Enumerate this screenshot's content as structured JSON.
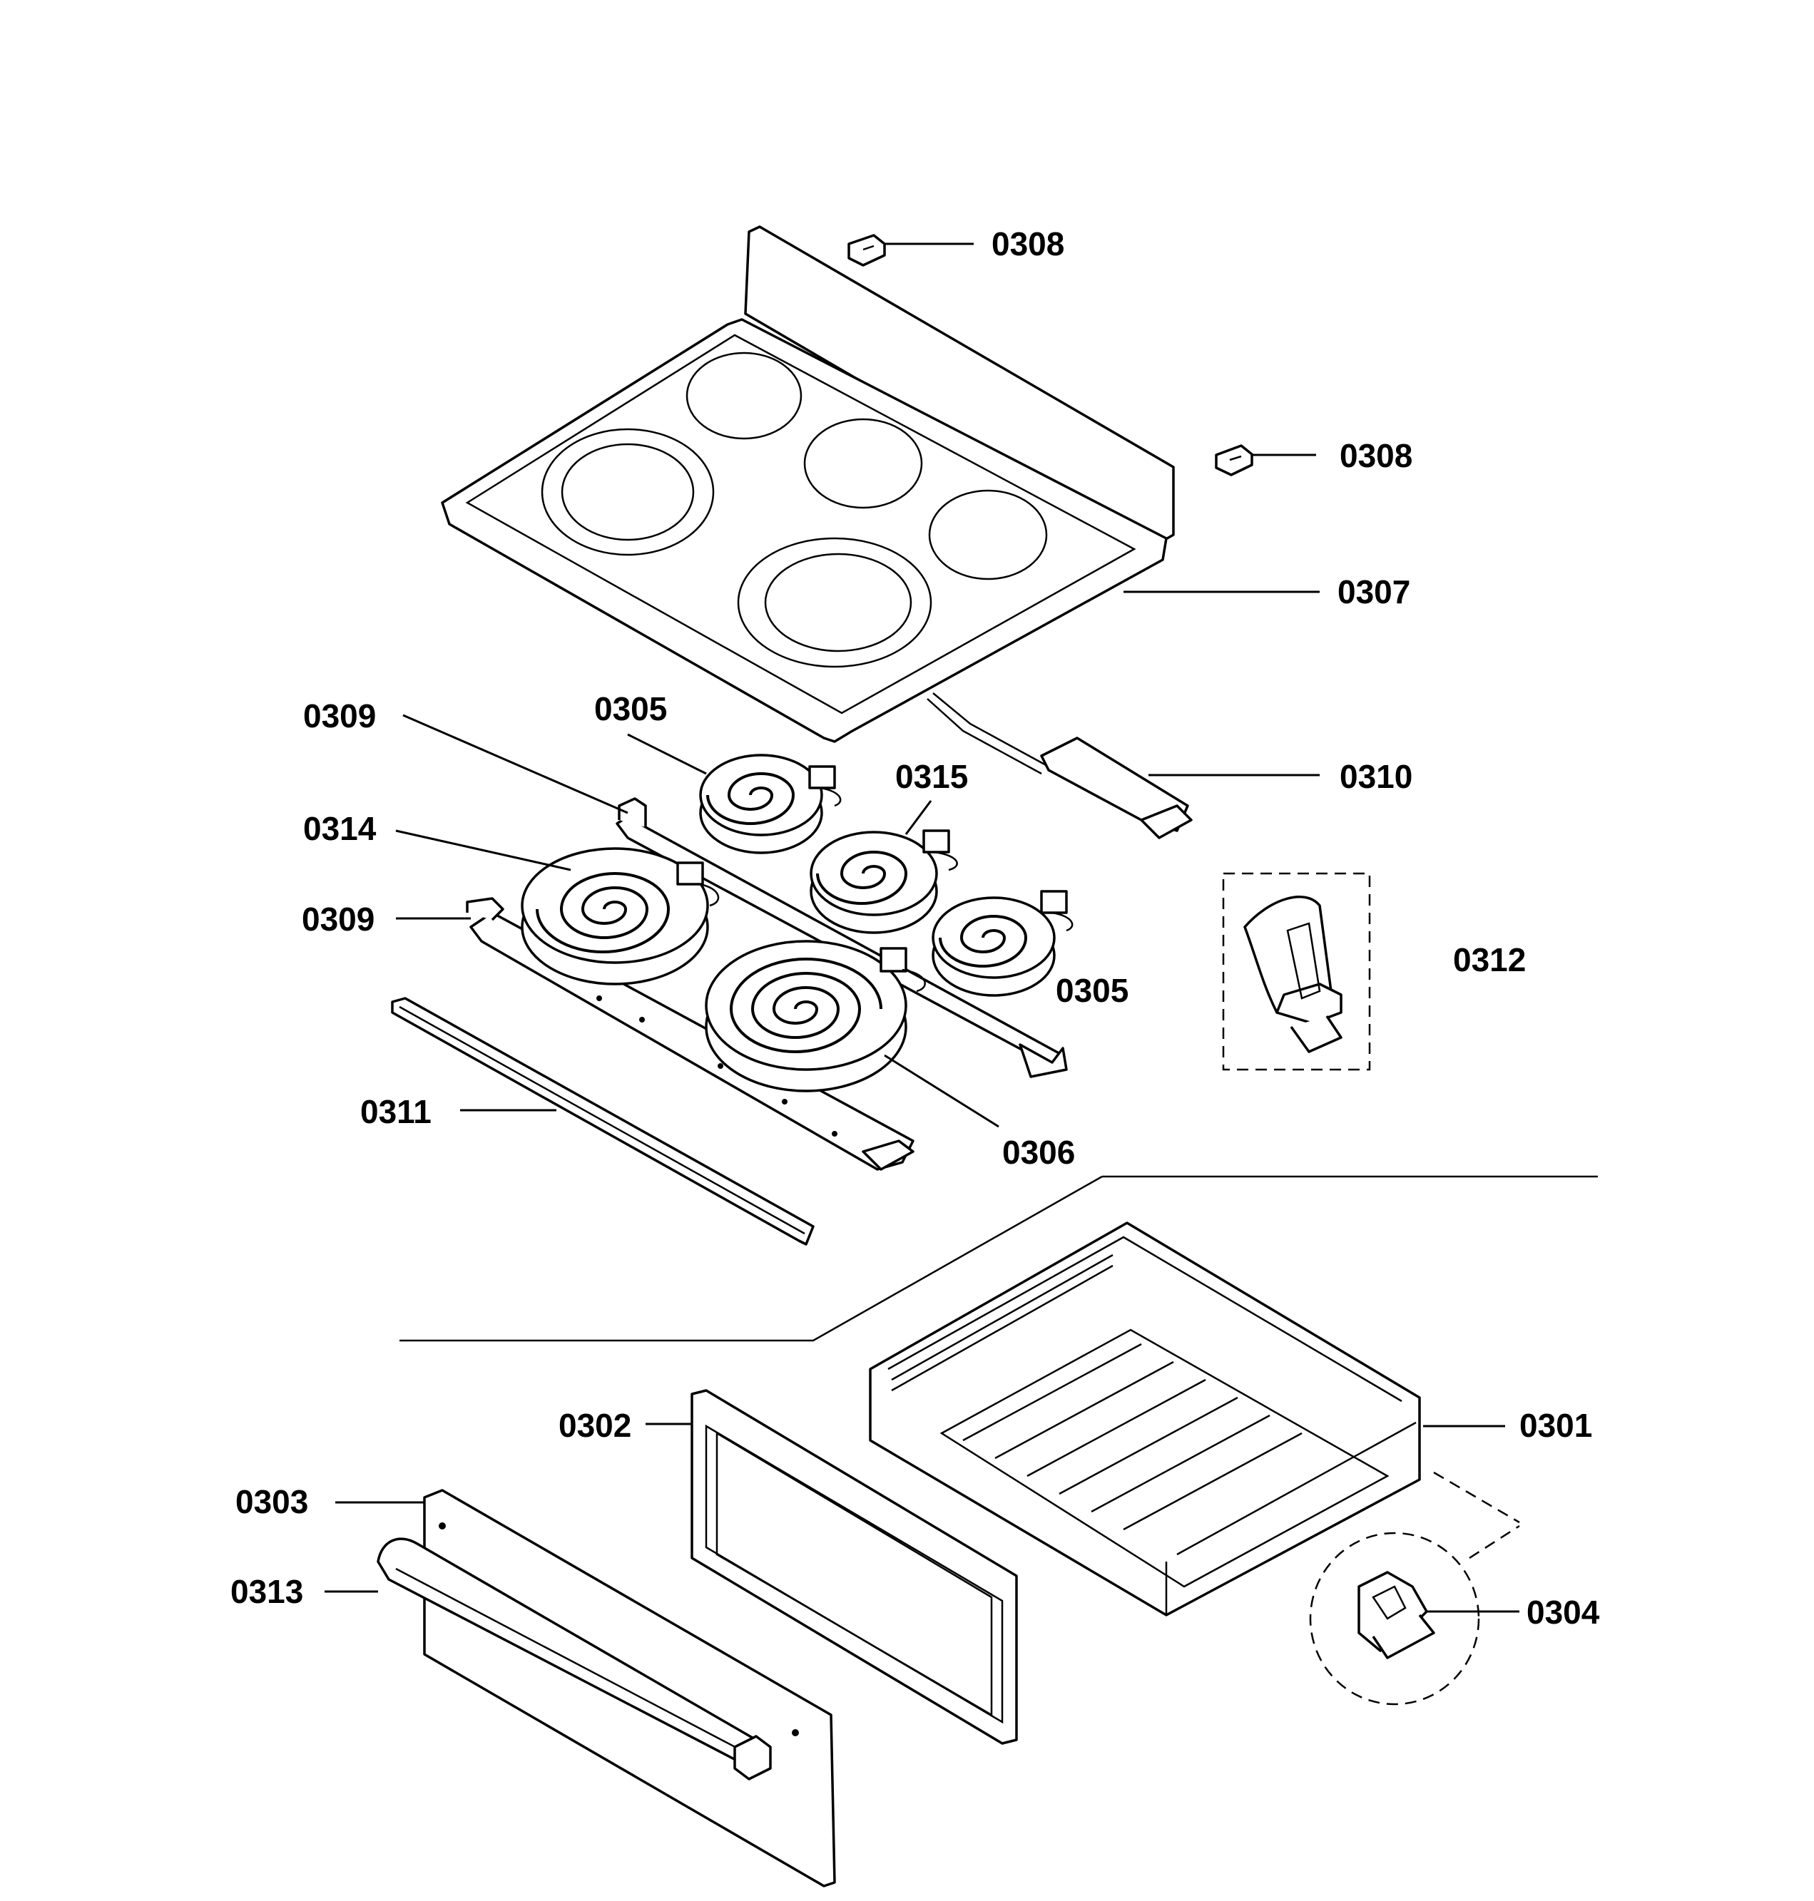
{
  "diagram": {
    "labels": {
      "l0308a": "0308",
      "l0308b": "0308",
      "l0307": "0307",
      "l0309a": "0309",
      "l0305a": "0305",
      "l0315": "0315",
      "l0310": "0310",
      "l0314": "0314",
      "l0309b": "0309",
      "l0312": "0312",
      "l0305b": "0305",
      "l0311": "0311",
      "l0306": "0306",
      "l0302": "0302",
      "l0301": "0301",
      "l0303": "0303",
      "l0313": "0313",
      "l0304": "0304"
    }
  }
}
